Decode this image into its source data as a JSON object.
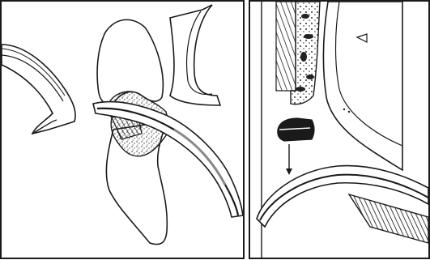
{
  "figure": {
    "panels": [
      {
        "id": "left",
        "subject": "tooth-root-with-deposit-and-curette",
        "elements": [
          "crown",
          "root",
          "gingiva-left",
          "gingiva-right",
          "calculus-deposit",
          "curette-instrument"
        ]
      },
      {
        "id": "right",
        "subject": "periodontal-pocket-cross-section-with-curette",
        "elements": [
          "bone-trabeculae",
          "hatched-root-surface",
          "gingiva-wall",
          "deposit-fragment",
          "downward-arrow",
          "curette-shank",
          "serrated-grip"
        ]
      }
    ],
    "colors": {
      "ink": "#1a1a1a",
      "paper": "#ffffff",
      "stipple": "#555555",
      "hatch": "#333333"
    }
  }
}
